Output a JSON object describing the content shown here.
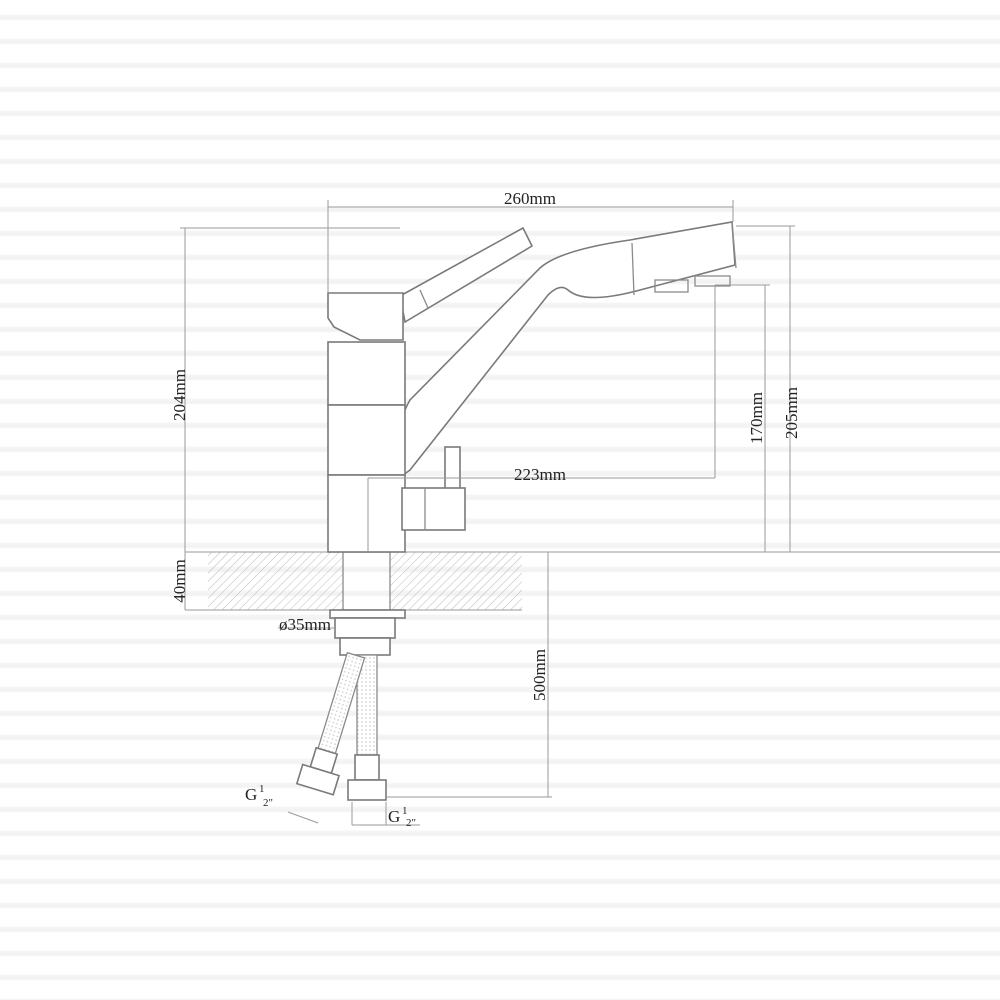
{
  "title": "Kitchen faucet dimension drawing",
  "dimensions": {
    "width_total": "260mm",
    "height_left": "204mm",
    "height_right": "205mm",
    "spout_height": "170mm",
    "spout_reach": "223mm",
    "countertop_thickness": "40mm",
    "hole_diameter": "ø35mm",
    "hose_length": "500mm",
    "thread_left_main": "G",
    "thread_left_sup": "1",
    "thread_left_sub": "2\"",
    "thread_right_main": "G",
    "thread_right_sup": "1",
    "thread_right_sub": "2\""
  }
}
